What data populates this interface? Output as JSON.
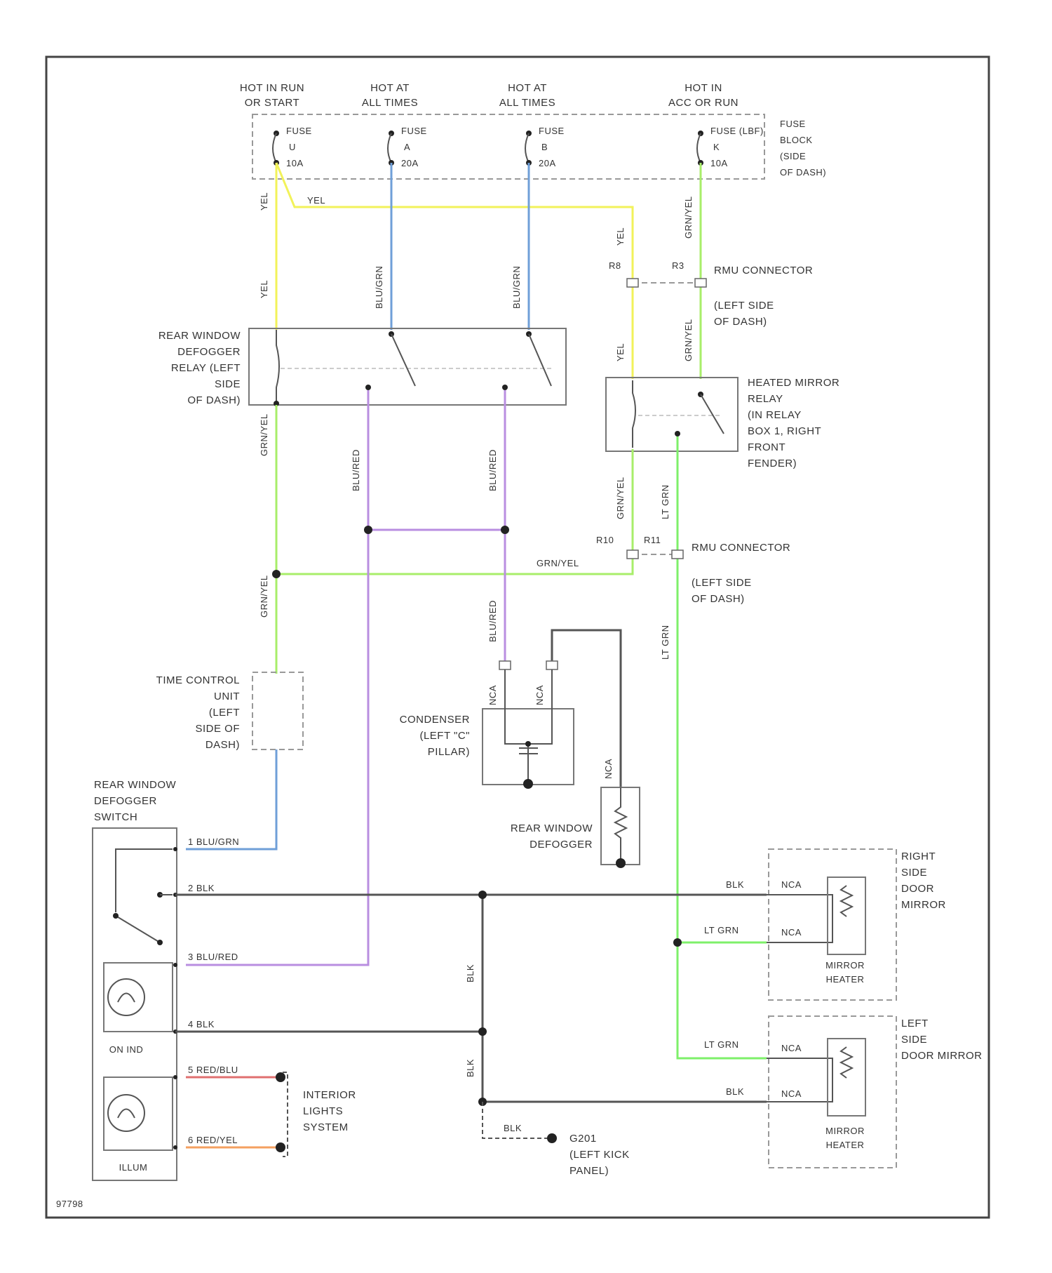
{
  "colors": {
    "yel": "#f2f25a",
    "blu": "#6f9fd8",
    "pur": "#b98ee0",
    "grn": "#a8ee6a",
    "ltgrn": "#7ef06a",
    "blk": "#555555",
    "red": "#e07070",
    "org": "#f4a060"
  },
  "header": {
    "hot1_a": "HOT IN RUN",
    "hot1_b": "OR START",
    "hot2_a": "HOT AT",
    "hot2_b": "ALL TIMES",
    "hot3_a": "HOT AT",
    "hot3_b": "ALL TIMES",
    "hot4_a": "HOT IN",
    "hot4_b": "ACC OR RUN"
  },
  "fuses": {
    "f1": [
      "FUSE",
      "U",
      "10A"
    ],
    "f2": [
      "FUSE",
      "A",
      "20A"
    ],
    "f3": [
      "FUSE",
      "B",
      "20A"
    ],
    "f4": [
      "FUSE (LBF)",
      "K",
      "10A"
    ],
    "block": [
      "FUSE",
      "BLOCK",
      "(SIDE",
      "OF DASH)"
    ]
  },
  "wires": {
    "yel": "YEL",
    "blugrn": "BLU/GRN",
    "blured": "BLU/RED",
    "grnyel": "GRN/YEL",
    "ltgrn": "LT GRN",
    "blk": "BLK",
    "nca": "NCA"
  },
  "connectors": {
    "rmu1": "RMU CONNECTOR",
    "rmu1_loc_a": "(LEFT SIDE",
    "rmu1_loc_b": "OF DASH)",
    "rmu2": "RMU CONNECTOR",
    "rmu2_loc_a": "(LEFT SIDE",
    "rmu2_loc_b": "OF DASH)",
    "pin_r8": "R8",
    "pin_r3": "R3",
    "pin_r10": "R10",
    "pin_r11": "R11"
  },
  "relay_rwd": [
    "REAR WINDOW",
    "DEFOGGER",
    "RELAY (LEFT",
    "SIDE",
    "OF DASH)"
  ],
  "relay_hm": [
    "HEATED MIRROR",
    "RELAY",
    "(IN RELAY",
    "BOX 1, RIGHT",
    "FRONT",
    "FENDER)"
  ],
  "timer": [
    "TIME CONTROL",
    "UNIT",
    "(LEFT",
    "SIDE OF",
    "DASH)"
  ],
  "condenser": [
    "CONDENSER",
    "(LEFT \"C\"",
    "PILLAR)"
  ],
  "defogger": [
    "REAR WINDOW",
    "DEFOGGER"
  ],
  "switch": {
    "title": [
      "REAR WINDOW",
      "DEFOGGER",
      "SWITCH"
    ],
    "p1": "1  BLU/GRN",
    "p2": "2  BLK",
    "p3": "3  BLU/RED",
    "p4": "4  BLK",
    "p5": "5  RED/BLU",
    "p6": "6  RED/YEL",
    "onind": "ON IND",
    "illum": "ILLUM"
  },
  "interior": [
    "INTERIOR",
    "LIGHTS",
    "SYSTEM"
  ],
  "ground": [
    "G201",
    "(LEFT KICK",
    "PANEL)"
  ],
  "mirror_r": [
    "RIGHT",
    "SIDE",
    "DOOR",
    "MIRROR"
  ],
  "mirror_l": [
    "LEFT",
    "SIDE",
    "DOOR MIRROR"
  ],
  "heater": [
    "MIRROR",
    "HEATER"
  ],
  "figure_id": "97798"
}
